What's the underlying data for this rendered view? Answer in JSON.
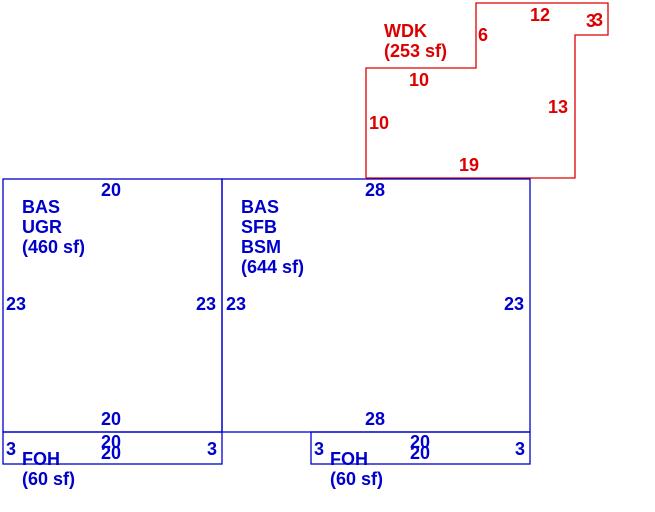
{
  "colors": {
    "building": "#0000cc",
    "deck": "#dd0000"
  },
  "areas": {
    "bas1": {
      "lines": [
        "BAS",
        "UGR",
        "(460 sf)"
      ]
    },
    "bas2": {
      "lines": [
        "BAS",
        "SFB",
        "BSM",
        "(644 sf)"
      ]
    },
    "foh1": {
      "lines": [
        "FOH",
        "(60 sf)"
      ]
    },
    "foh2": {
      "lines": [
        "FOH",
        "(60 sf)"
      ]
    },
    "wdk": {
      "lines": [
        "WDK",
        "(253 sf)"
      ]
    }
  },
  "dims": {
    "bas1_top": "20",
    "bas1_left": "23",
    "bas1_right": "23",
    "bas1_bottom": "20",
    "bas2_top": "28",
    "bas2_left": "23",
    "bas2_right": "23",
    "bas2_bottom": "28",
    "foh1_top": "20",
    "foh1_bottom": "20",
    "foh1_left": "3",
    "foh1_right": "3",
    "foh2_top": "20",
    "foh2_bottom": "20",
    "foh2_left": "3",
    "foh2_right": "3",
    "wdk_left_top": "10",
    "wdk_left": "10",
    "wdk_step": "6",
    "wdk_top": "12",
    "wdk_notch_a": "3",
    "wdk_notch_b": "3",
    "wdk_right": "13",
    "wdk_bottom": "19"
  }
}
